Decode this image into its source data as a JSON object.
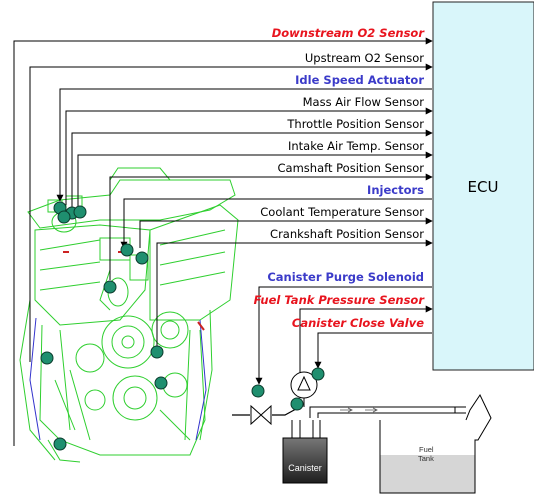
{
  "ecu": {
    "label": "ECU"
  },
  "signals": [
    {
      "id": "downstream-o2",
      "label": "Downstream O2 Sensor",
      "color": "#e8141e",
      "style": "bold-italic",
      "direction": "to-ecu"
    },
    {
      "id": "upstream-o2",
      "label": "Upstream O2 Sensor",
      "color": "#000000",
      "style": "normal",
      "direction": "to-ecu"
    },
    {
      "id": "idle-speed",
      "label": "Idle Speed Actuator",
      "color": "#3b3bc9",
      "style": "bold",
      "direction": "from-ecu"
    },
    {
      "id": "maf",
      "label": "Mass Air Flow Sensor",
      "color": "#000000",
      "style": "normal",
      "direction": "to-ecu"
    },
    {
      "id": "tps",
      "label": "Throttle Position Sensor",
      "color": "#000000",
      "style": "normal",
      "direction": "to-ecu"
    },
    {
      "id": "iat",
      "label": "Intake Air Temp. Sensor",
      "color": "#000000",
      "style": "normal",
      "direction": "to-ecu"
    },
    {
      "id": "cmp",
      "label": "Camshaft Position Sensor",
      "color": "#000000",
      "style": "normal",
      "direction": "to-ecu"
    },
    {
      "id": "injectors",
      "label": "Injectors",
      "color": "#3b3bc9",
      "style": "bold",
      "direction": "from-ecu"
    },
    {
      "id": "ect",
      "label": "Coolant Temperature Sensor",
      "color": "#000000",
      "style": "normal",
      "direction": "to-ecu"
    },
    {
      "id": "ckp",
      "label": "Crankshaft Position Sensor",
      "color": "#000000",
      "style": "normal",
      "direction": "to-ecu"
    },
    {
      "id": "purge",
      "label": "Canister Purge Solenoid",
      "color": "#3b3bc9",
      "style": "bold",
      "direction": "from-ecu"
    },
    {
      "id": "ftp",
      "label": "Fuel Tank Pressure Sensor",
      "color": "#e8141e",
      "style": "bold-italic",
      "direction": "to-ecu"
    },
    {
      "id": "ccv",
      "label": "Canister Close Valve",
      "color": "#e8141e",
      "style": "bold-italic",
      "direction": "from-ecu"
    }
  ],
  "evap": {
    "canister_label": "Canister",
    "tank_label_1": "Fuel",
    "tank_label_2": "Tank"
  },
  "colors": {
    "ecu_fill": "#d9f6fa",
    "engine": "#2fcf2f",
    "sensor_dot": "#1f8f6f",
    "fuel": "#d6d6d6"
  }
}
